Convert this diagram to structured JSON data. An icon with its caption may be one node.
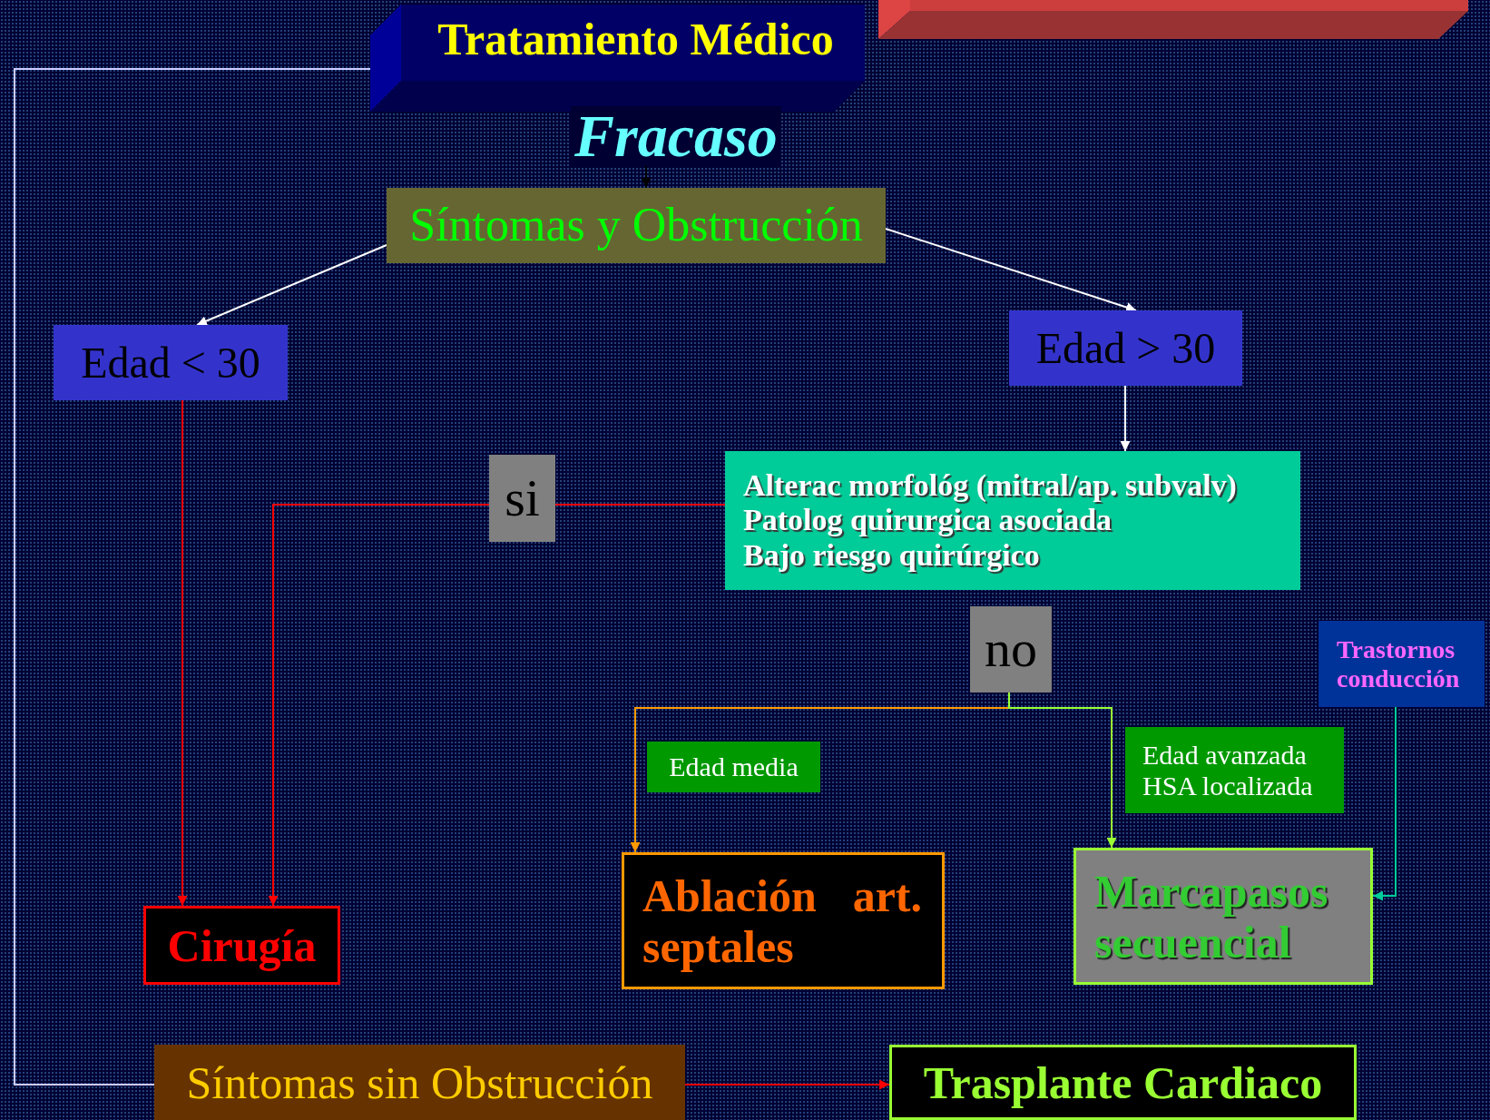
{
  "diagram": {
    "nodes": [
      {
        "text": [
          "Tratamiento Médico"
        ]
      },
      {
        "text": [
          "Síntomas y Obstrucción"
        ]
      },
      {
        "text": [
          "Edad < 30"
        ]
      },
      {
        "text": [
          "Edad > 30"
        ]
      },
      {
        "text": [
          "si"
        ]
      },
      {
        "text": [
          "Alterac morfológ (mitral/ap. subvalv)",
          "Patolog quirurgica asociada",
          "Bajo riesgo quirúrgico"
        ]
      },
      {
        "text": [
          "no"
        ]
      },
      {
        "text": [
          "Trastornos conducción"
        ]
      },
      {
        "text": [
          "Edad media"
        ]
      },
      {
        "text": [
          "Edad avanzada",
          "HSA localizada"
        ]
      },
      {
        "text": [
          "Cirugía"
        ]
      },
      {
        "text": [
          "Ablación art. septales"
        ]
      },
      {
        "text": [
          "Marcapasos secuencial"
        ]
      },
      {
        "text": [
          "Síntomas sin Obstrucción"
        ]
      },
      {
        "text": [
          "Trasplante Cardiaco"
        ]
      }
    ],
    "edges": [
      {
        "from": 0,
        "to": 1,
        "arrow": "to",
        "label": "Fracaso",
        "color": "#000000"
      },
      {
        "from": 1,
        "to": 2,
        "arrow": "to",
        "color": "#ffffff"
      },
      {
        "from": 1,
        "to": 3,
        "arrow": "to",
        "color": "#ffffff"
      },
      {
        "from": 3,
        "to": 5,
        "arrow": "to",
        "color": "#ffffff"
      },
      {
        "from": 2,
        "to": 10,
        "arrow": "to"
      },
      {
        "from": 5,
        "to": 4,
        "arrow": "none"
      },
      {
        "from": 4,
        "to": 10,
        "arrow": "to"
      },
      {
        "from": 6,
        "to": 11,
        "arrow": "to",
        "color": "#ff9900"
      },
      {
        "from": 6,
        "to": 12,
        "arrow": "to",
        "color": "#99ff33"
      },
      {
        "from": 7,
        "to": 12,
        "arrow": "to",
        "color": "#00cc99"
      },
      {
        "from": 0,
        "to": 13,
        "arrow": "none",
        "color": "#ccccff"
      },
      {
        "from": 13,
        "to": 14,
        "arrow": "to"
      }
    ]
  }
}
